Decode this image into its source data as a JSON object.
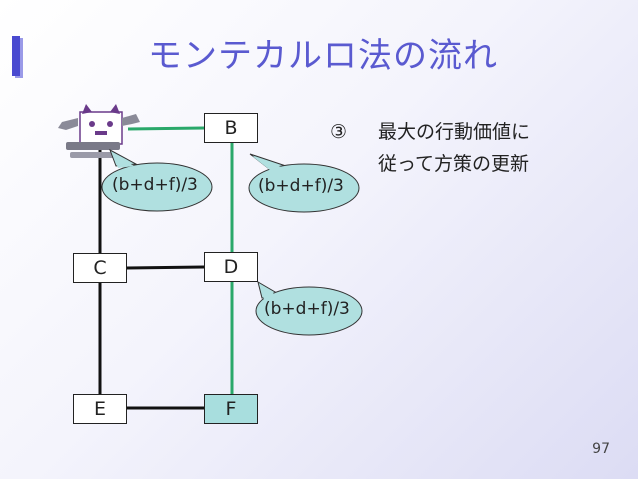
{
  "slide": {
    "title": "モンテカルロ法の流れ",
    "page_number": "97"
  },
  "nodes": {
    "b": "B",
    "c": "C",
    "d": "D",
    "e": "E",
    "f": "F"
  },
  "bubbles": {
    "left": "(b+d+f)/3",
    "right_upper": "(b+d+f)/3",
    "right_lower": "(b+d+f)/3"
  },
  "step": {
    "number": "③",
    "line1": "最大の行動価値に",
    "line2": "従って方策の更新"
  },
  "colors": {
    "title": "#5a5ad0",
    "path_highlight": "#2aa86a",
    "bubble_fill": "#b0e0e0",
    "node_highlight": "#a8dede"
  }
}
